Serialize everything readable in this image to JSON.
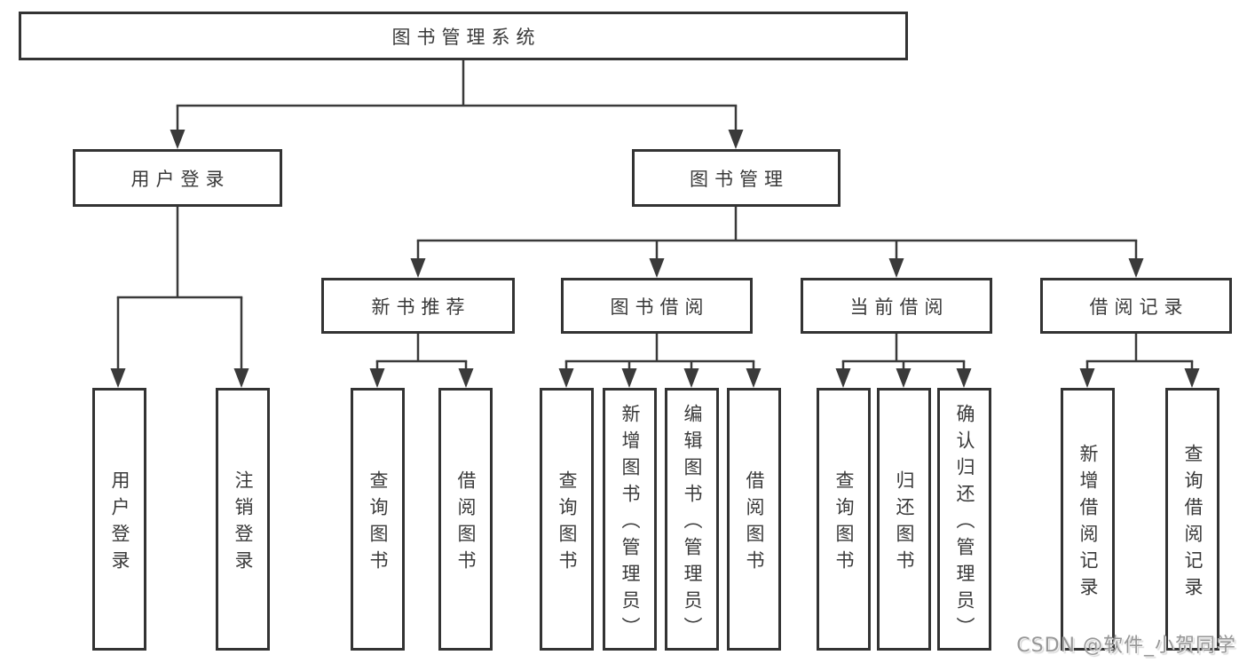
{
  "diagram": {
    "title": "图书管理系统",
    "tree": {
      "root": "图书管理系统",
      "branches": [
        {
          "label": "用户登录",
          "children": [
            {
              "label": "用户登录"
            },
            {
              "label": "注销登录"
            }
          ]
        },
        {
          "label": "图书管理",
          "children": [
            {
              "label": "新书推荐",
              "children": [
                {
                  "label": "查询图书"
                },
                {
                  "label": "借阅图书"
                }
              ]
            },
            {
              "label": "图书借阅",
              "children": [
                {
                  "label": "查询图书"
                },
                {
                  "label": "新增图书（管理员）"
                },
                {
                  "label": "编辑图书（管理员）"
                },
                {
                  "label": "借阅图书"
                }
              ]
            },
            {
              "label": "当前借阅",
              "children": [
                {
                  "label": "查询图书"
                },
                {
                  "label": "归还图书"
                },
                {
                  "label": "确认归还（管理员）"
                }
              ]
            },
            {
              "label": "借阅记录",
              "children": [
                {
                  "label": "新增借阅记录"
                },
                {
                  "label": "查询借阅记录"
                }
              ]
            }
          ]
        }
      ]
    }
  },
  "watermark": {
    "text": "CSDN @软件_小贺同学"
  },
  "colors": {
    "line": "#3a3a3a",
    "box_border": "#333333",
    "background": "#ffffff",
    "watermark": "#979797"
  }
}
